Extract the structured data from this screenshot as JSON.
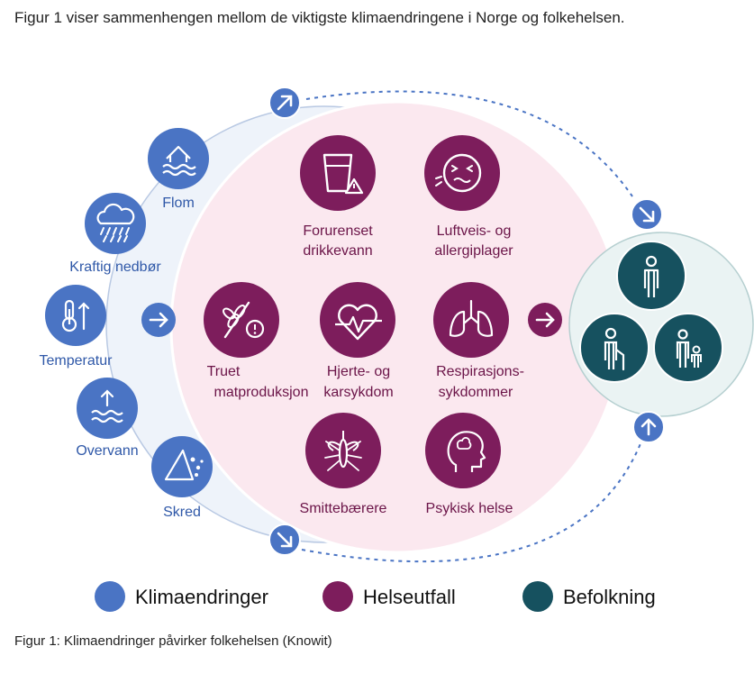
{
  "intro_text": "Figur 1 viser sammenhengen mellom de viktigste klimaendringene i Norge og folkehelsen.",
  "caption": "Figur 1: Klimaendringer påvirker folkehelsen (Knowit)",
  "colors": {
    "climate": "#4a74c4",
    "health": "#7d1d5c",
    "population": "#16515f",
    "climate_bg": "#eef3fa",
    "health_bg": "#fbe8ef",
    "population_bg": "#eaf3f3"
  },
  "climate_factors": [
    {
      "label": "Flom",
      "icon": "flood-icon"
    },
    {
      "label": "Kraftig nedbør",
      "icon": "heavy-rain-icon"
    },
    {
      "label": "Temperatur",
      "icon": "thermometer-icon"
    },
    {
      "label": "Overvann",
      "icon": "surface-water-icon"
    },
    {
      "label": "Skred",
      "icon": "landslide-icon"
    }
  ],
  "health_outcomes": [
    {
      "label": [
        "Forurenset",
        "drikkevann"
      ],
      "icon": "contaminated-water-icon"
    },
    {
      "label": [
        "Luftveis- og",
        "allergiplager"
      ],
      "icon": "allergy-face-icon"
    },
    {
      "label": [
        "Truet",
        "matproduksjon"
      ],
      "icon": "threatened-grain-icon"
    },
    {
      "label": [
        "Hjerte- og",
        "karsykdom"
      ],
      "icon": "heart-pulse-icon"
    },
    {
      "label": [
        "Respirasjons-",
        "sykdommer"
      ],
      "icon": "lungs-icon"
    },
    {
      "label": [
        "Smittebærere"
      ],
      "icon": "mosquito-icon"
    },
    {
      "label": [
        "Psykisk helse"
      ],
      "icon": "head-brain-icon"
    }
  ],
  "population_icons": [
    "adult-person-icon",
    "elderly-person-icon",
    "parent-child-icon"
  ],
  "legend": [
    {
      "label": "Klimaendringer",
      "color": "#4a74c4"
    },
    {
      "label": "Helseutfall",
      "color": "#7d1d5c"
    },
    {
      "label": "Befolkning",
      "color": "#16515f"
    }
  ]
}
